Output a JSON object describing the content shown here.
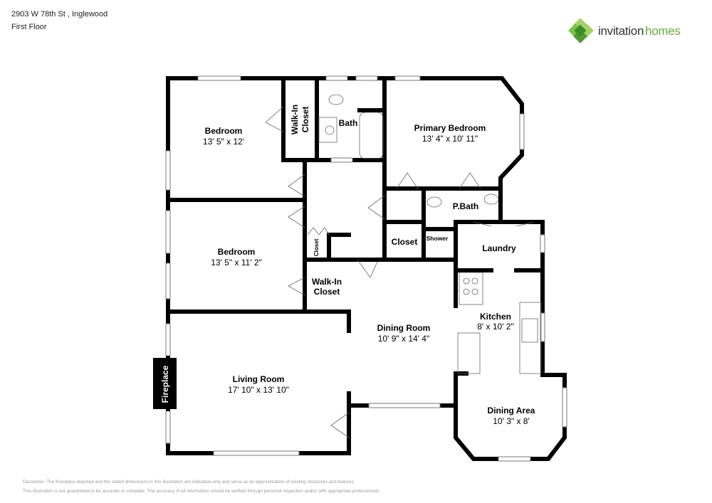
{
  "header": {
    "address": "2903 W 78th St , Inglewood",
    "floor": "First Floor"
  },
  "logo": {
    "word1": "invitation",
    "word2": "homes",
    "brand_color": "#6aaa3a"
  },
  "rooms": {
    "bedroom1": {
      "name": "Bedroom",
      "dims": "13' 5\" x 12'"
    },
    "walkin1": {
      "name1": "Walk-In",
      "name2": "Closet"
    },
    "bath": {
      "name": "Bath"
    },
    "primary": {
      "name": "Primary Bedroom",
      "dims": "13' 4\" x 10' 11\""
    },
    "pbath": {
      "name": "P.Bath"
    },
    "bedroom2": {
      "name": "Bedroom",
      "dims": "13' 5\" x 11' 2\""
    },
    "closet_small": {
      "name": "Closet"
    },
    "walkin2": {
      "name1": "Walk-In",
      "name2": "Closet"
    },
    "closet": {
      "name": "Closet"
    },
    "shower": {
      "name": "Shower"
    },
    "laundry": {
      "name": "Laundry"
    },
    "kitchen": {
      "name": "Kitchen",
      "dims": "8' x 10' 2\""
    },
    "dining_room": {
      "name": "Dining Room",
      "dims": "10' 9\" x 14' 4\""
    },
    "living_room": {
      "name": "Living Room",
      "dims": "17' 10\" x 13' 10\""
    },
    "fireplace": {
      "name": "Fireplace"
    },
    "dining_area": {
      "name": "Dining Area",
      "dims": "10' 3\" x 8'"
    }
  },
  "disclaimer": {
    "line1": "Disclaimer: The floorplans depicted and the stated dimensions in this illustration are indicative only and serve as an approximation of existing structures and features.",
    "line2": "This illustration is not guaranteed to be accurate or complete. The accuracy of all information should be verified through personal inspection and/or with appropriate professionals."
  }
}
